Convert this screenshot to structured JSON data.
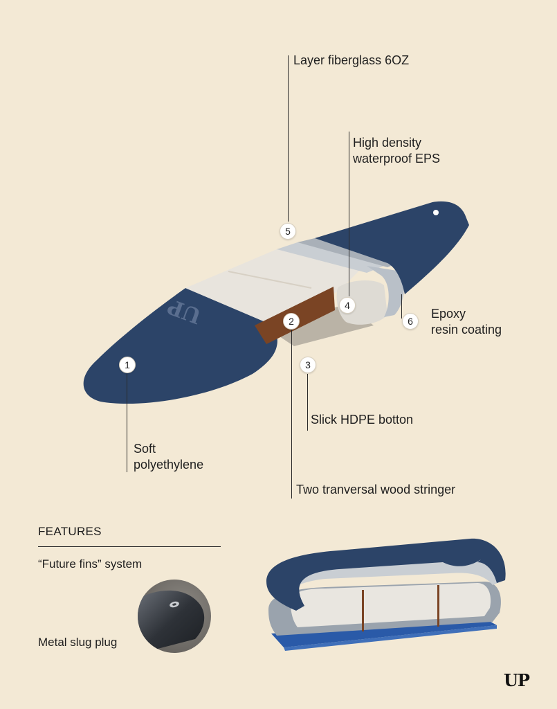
{
  "callouts": [
    {
      "num": "1",
      "label": "Soft\npolyethylene"
    },
    {
      "num": "2",
      "label": "Two tranversal wood stringer"
    },
    {
      "num": "3",
      "label": "Slick HDPE botton"
    },
    {
      "num": "4",
      "label": "High density\nwaterproof EPS"
    },
    {
      "num": "5",
      "label": "Layer fiberglass 6OZ"
    },
    {
      "num": "6",
      "label": "Epoxy\nresin coating"
    }
  ],
  "features": {
    "title": "FEATURES",
    "items": [
      "“Future fins” system",
      "Metal slug plug"
    ]
  },
  "board": {
    "deck_logo": "UP",
    "colors": {
      "navy": "#2c4468",
      "foam": "#e9e6e0",
      "fiberglass": "#c9ced3",
      "wood": "#7a4424",
      "hdpe_bottom": "#2a5aa8"
    }
  },
  "brand": {
    "logo": "UP"
  }
}
